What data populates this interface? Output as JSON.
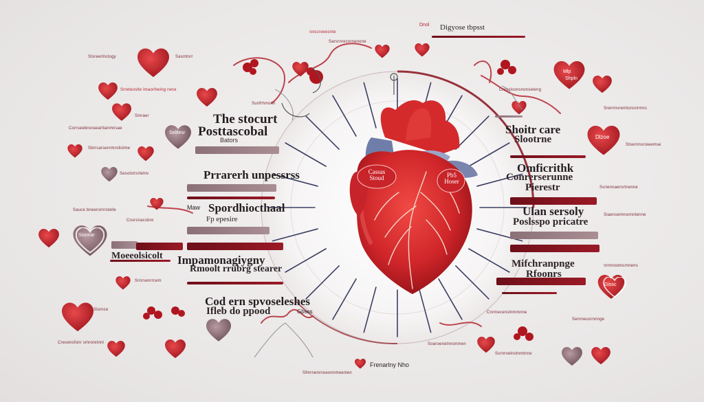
{
  "center_labels": {
    "left_heart_label": "Cassas\nStoud",
    "right_heart_label": "Pb5\nHoser"
  },
  "left_headings": {
    "h1": "The stocurt",
    "h2": "Posttascobal",
    "h2_sub": "Bators",
    "h3": "Prrarerh unpessrss",
    "h4": "Spordhiocthaal",
    "h4_prefix": "Maw",
    "h4_sub": "Fp epesire",
    "h5": "Moeeolsicolt",
    "h6": "Impamonagiygny",
    "h6_sub": "Rmoolt rrubrg stearer",
    "h7": "Cod ern spvoseleshes",
    "h7_sub": "Ifleb do ppood",
    "small_chip": "Gbsss",
    "bottom_caption": "Frenarlny Nho"
  },
  "right_headings": {
    "top": "Digyose tbpsst",
    "top_prefix": "Dnol",
    "h1": "Shoitr care",
    "h1_sub": "Slootrne",
    "h2": "Omficrithk",
    "h2_b": "Conrerserunne",
    "h2_c": "Pierestr",
    "h3": "Ulan sersoly",
    "h3_b": "Poslsspo pricatre",
    "h4": "Mifchranpnge",
    "h4_b": "Rfoonrs"
  },
  "heart_tags": {
    "left_1": "Sisnnar",
    "left_2": "Seltlesr",
    "right_1": "Dlzoe",
    "right_2": "Gissc",
    "right_3": "Mlp",
    "right_4": "Shpln"
  },
  "micro_text": {
    "l1": "Stsreerlnclogy",
    "l2": "Sasmtsrr",
    "l3": "Srreteoslte lmaoriheing rwce",
    "l4": "Sinraer",
    "l5": "Corrseebnoraeartlanmnsae",
    "l6": "Sbrrsarsenrmroliolme",
    "l7": "Sesolstrsrtelnv",
    "l8": "Sauce bneerornrstelle",
    "l9": "Cosrsnacsbre",
    "l10": "Srnrsenrrcem",
    "l11": "Slsrnce",
    "l12": "Cresensfonr smroretnnl",
    "r1": "Silscroeesnte",
    "r2": "Sarsrnrecnrnenone",
    "r3": "Cresslsonsnonseleng",
    "r4": "Sunfrhmonn",
    "r5": "Srernnvremtonsnrmns",
    "r6": "Stsernnsroieemse",
    "r7": "Ssriennaersrtnenne",
    "r8": "Siaensemnsnnntenne",
    "r9": "Srnnosbnsrnnens",
    "r10": "Sernneusrnnnge",
    "r11": "Cnrmecenslnmmnne",
    "r12": "Soaroenetnnonmen",
    "b1": "Sfmrnenrnoeonnmeenlen",
    "b2": "Ssrnrnelnolnmtnne"
  },
  "colors": {
    "heart_red": "#d42a2c",
    "dark_red": "#7a111b",
    "mauve": "#9f858b",
    "accent_red": "#b21f2c"
  }
}
